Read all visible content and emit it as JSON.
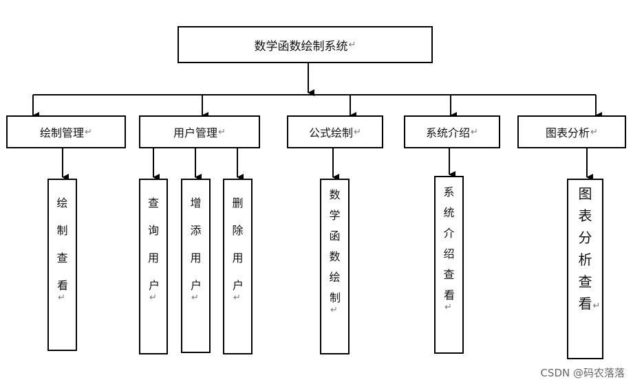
{
  "diagram": {
    "root": {
      "label": "数学函数绘制系统"
    },
    "modules": [
      {
        "label": "绘制管理",
        "children": [
          {
            "label": "绘制查看"
          }
        ]
      },
      {
        "label": "用户管理",
        "children": [
          {
            "label": "查询用户"
          },
          {
            "label": "增添用户"
          },
          {
            "label": "删除用户"
          }
        ]
      },
      {
        "label": "公式绘制",
        "children": [
          {
            "label": "数学函数绘制"
          }
        ]
      },
      {
        "label": "系统介绍",
        "children": [
          {
            "label": "系统介绍查看"
          }
        ]
      },
      {
        "label": "图表分析",
        "children": [
          {
            "label": "图表分析查看"
          }
        ]
      }
    ],
    "paragraph_mark": "↵"
  },
  "watermark": "CSDN @码农落落"
}
